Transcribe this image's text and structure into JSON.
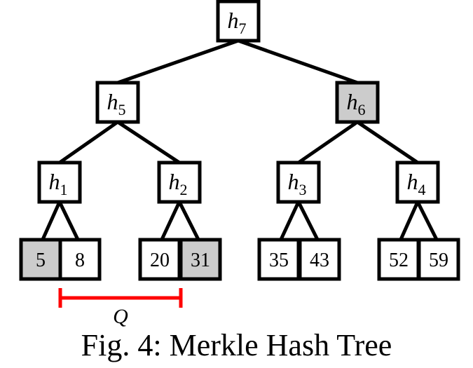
{
  "colors": {
    "highlight_fill": "#cccccc",
    "default_fill": "#ffffff",
    "stroke": "#000000",
    "range_color": "#ff0000"
  },
  "tree": {
    "internal_nodes": [
      {
        "id": "h7",
        "base": "h",
        "sub": "7",
        "highlighted": false
      },
      {
        "id": "h5",
        "base": "h",
        "sub": "5",
        "highlighted": false
      },
      {
        "id": "h6",
        "base": "h",
        "sub": "6",
        "highlighted": true
      },
      {
        "id": "h1",
        "base": "h",
        "sub": "1",
        "highlighted": false
      },
      {
        "id": "h2",
        "base": "h",
        "sub": "2",
        "highlighted": false
      },
      {
        "id": "h3",
        "base": "h",
        "sub": "3",
        "highlighted": false
      },
      {
        "id": "h4",
        "base": "h",
        "sub": "4",
        "highlighted": false
      }
    ],
    "leaves": [
      {
        "parent": "h1",
        "value": "5",
        "highlighted": true
      },
      {
        "parent": "h1",
        "value": "8",
        "highlighted": false
      },
      {
        "parent": "h2",
        "value": "20",
        "highlighted": false
      },
      {
        "parent": "h2",
        "value": "31",
        "highlighted": true
      },
      {
        "parent": "h3",
        "value": "35",
        "highlighted": false
      },
      {
        "parent": "h3",
        "value": "43",
        "highlighted": false
      },
      {
        "parent": "h4",
        "value": "52",
        "highlighted": false
      },
      {
        "parent": "h4",
        "value": "59",
        "highlighted": false
      }
    ],
    "edges": [
      {
        "from": "h7",
        "to": "h5"
      },
      {
        "from": "h7",
        "to": "h6"
      },
      {
        "from": "h5",
        "to": "h1"
      },
      {
        "from": "h5",
        "to": "h2"
      },
      {
        "from": "h6",
        "to": "h3"
      },
      {
        "from": "h6",
        "to": "h4"
      }
    ]
  },
  "query": {
    "label": "Q",
    "from_leaf": "5",
    "to_leaf": "31"
  },
  "caption": "Fig. 4: Merkle Hash Tree"
}
